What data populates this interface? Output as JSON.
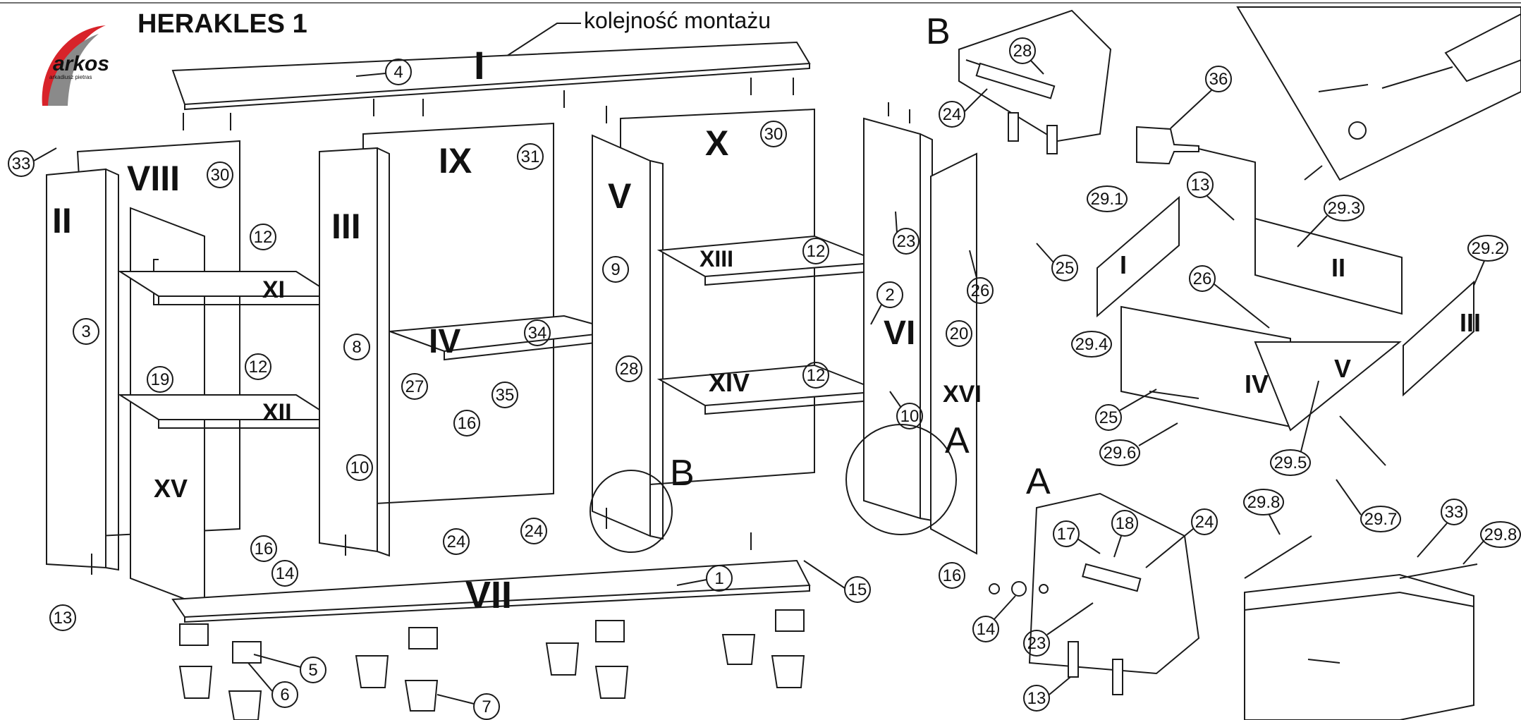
{
  "title": "HERAKLES 1",
  "assembly_order_label": "kolejność montażu",
  "brand": {
    "name": "arkos",
    "tagline": "arkadiusz pietras",
    "accent_color": "#d8232a"
  },
  "detail_letters": {
    "a1": "A",
    "a2": "A",
    "b1": "B",
    "b2": "B"
  },
  "panel_labels": {
    "p1": "I",
    "p2": "II",
    "p3": "III",
    "p4": "IV",
    "p5": "V",
    "p6": "VI",
    "p7": "VII",
    "p8": "VIII",
    "p9": "IX",
    "p10": "X",
    "p11": "XI",
    "p12": "XII",
    "p13": "XIII",
    "p14": "XIV",
    "p15": "XV",
    "p16": "XVI",
    "d1": "I",
    "d2": "II",
    "d3": "III",
    "d4": "IV",
    "d5": "V"
  },
  "callouts": {
    "c4": "4",
    "c33a": "33",
    "c30a": "30",
    "c31": "31",
    "c30b": "30",
    "c3": "3",
    "c12a": "12",
    "c12b": "12",
    "c19": "19",
    "c8": "8",
    "c9": "9",
    "c34": "34",
    "c12c": "12",
    "c12d": "12",
    "c27": "27",
    "c35": "35",
    "c28a": "28",
    "c16a": "16",
    "c10a": "10",
    "c16b": "16",
    "c14a": "14",
    "c24a": "24",
    "c24b": "24",
    "c13a": "13",
    "c1": "1",
    "c15": "15",
    "c5": "5",
    "c6": "6",
    "c7": "7",
    "c2": "2",
    "c23a": "23",
    "c26a": "26",
    "c25a": "25",
    "c20": "20",
    "c10b": "10",
    "c28b": "28",
    "c24c": "24",
    "c36": "36",
    "c13b": "13",
    "c29_1": "29.1",
    "c29_3": "29.3",
    "c29_2": "29.2",
    "c26b": "26",
    "c29_4": "29.4",
    "c25b": "25",
    "c29_6": "29.6",
    "c29_5": "29.5",
    "c29_7": "29.7",
    "c29_8a": "29.8",
    "c33b": "33",
    "c29_8b": "29.8",
    "c17": "17",
    "c18": "18",
    "c24d": "24",
    "c16c": "16",
    "c14b": "14",
    "c23b": "23",
    "c13c": "13"
  }
}
